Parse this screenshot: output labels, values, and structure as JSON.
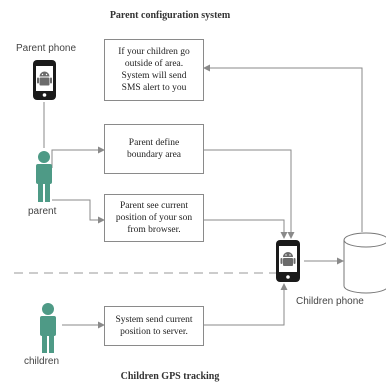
{
  "titles": {
    "top": "Parent configuration system",
    "bottom": "Children GPS tracking"
  },
  "actors": {
    "parent_phone": "Parent phone",
    "parent": "parent",
    "children_phone": "Children phone",
    "children": "children"
  },
  "boxes": {
    "sms_alert": "If your children go\noutside of area.\nSystem will send\nSMS alert to you",
    "define_boundary": "Parent define\nboundary area",
    "see_position": "Parent see current\nposition of your son\nfrom browser.",
    "send_position": "System send current\nposition to server."
  },
  "colors": {
    "person": "#4e9a86",
    "phone": "#1a1a1a",
    "android": "#6b6b6b",
    "line": "#8a8a8a",
    "database_fill": "#ffffff"
  },
  "icons": {
    "phone": "smartphone-icon",
    "android": "android-icon",
    "person": "person-icon",
    "database": "database-icon"
  }
}
